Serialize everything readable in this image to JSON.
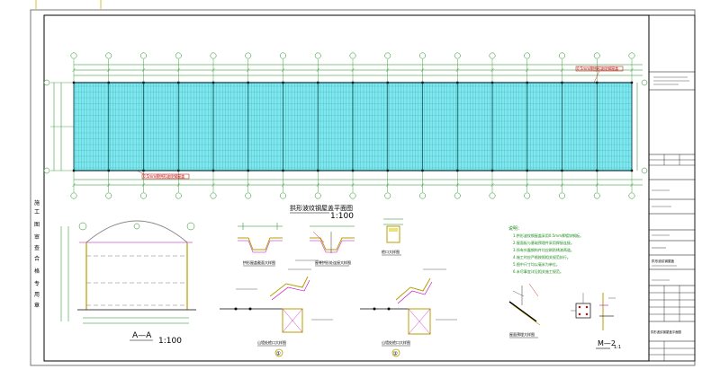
{
  "drawing": {
    "plan_title": "拱形波纹钢屋盖平面图",
    "plan_scale": "1:100",
    "section_title": "A—A",
    "section_scale": "1:100",
    "detail_m2_title": "M—2",
    "detail_m2_scale": "1:1",
    "detail_labels": [
      "拱形屋盖截面大样图",
      "屋脊拱形处连接大样图",
      "檐口大样图",
      "山墙处檐口大样图",
      "山墙处檐口大样图",
      "屋面预埋大样图"
    ],
    "callout_top": "0.5mm厚拱形波纹钢屋盖",
    "callout_bottom": "0.5mm厚拱形波纹钢屋盖",
    "side_labels": [
      "施",
      "工",
      "图",
      "审",
      "查",
      "合",
      "格",
      "专",
      "用",
      "章"
    ],
    "notes_heading": "说明：",
    "notes_lines": [
      "1.拱形波纹钢屋盖采用0.5mm厚镀锌钢板。",
      "2.屋面板与基础预埋件采用焊接连接。",
      "3.所有外露钢构件均应刷防锈漆两道。",
      "4.施工时应严格按照相关规范执行。",
      "5.图中尺寸均以毫米为单位。",
      "6.未尽事宜详见相关施工规范。"
    ],
    "circle_marks": [
      "①",
      "②"
    ]
  },
  "titleblock": {
    "project": "拱形波纹钢屋盖",
    "sheet_name": "拱形波纹钢屋盖平面图"
  },
  "colors": {
    "roof_fill": "#7fe8ee",
    "roof_lines": "#2a9aa8",
    "grid_green": "#1a8a1a",
    "frame": "#000000",
    "accent_yellow": "#d9c200",
    "accent_magenta": "#c000c0",
    "accent_red": "#c00000"
  }
}
